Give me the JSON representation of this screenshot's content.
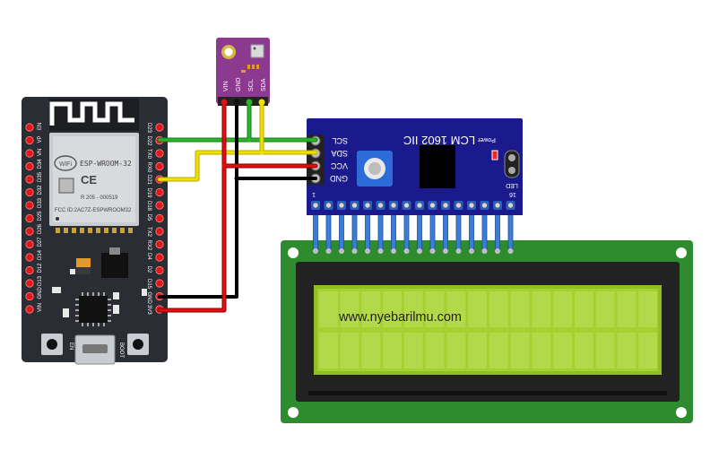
{
  "esp32": {
    "module_label": "ESP-WROOM-32",
    "wifi_label": "WiFi",
    "ce_mark": "CE",
    "fcc_id": "FCC ID:2AC7Z-ESPWROOM32",
    "reg_code": "R 205 - 000519",
    "btn_en_label": "EN",
    "btn_boot_label": "BOOT",
    "left_pins": [
      "EN",
      "VP",
      "VN",
      "D34",
      "D35",
      "D32",
      "D33",
      "D25",
      "D26",
      "D27",
      "D14",
      "D12",
      "D13",
      "GND",
      "VIN"
    ],
    "right_pins": [
      "D23",
      "D22",
      "TX0",
      "RX0",
      "D21",
      "D19",
      "D18",
      "D5",
      "TX2",
      "RX2",
      "D4",
      "D2",
      "D15",
      "GND",
      "3V3"
    ]
  },
  "sensor": {
    "pins": [
      "VIN",
      "GND",
      "SCL",
      "SDA"
    ]
  },
  "i2c_module": {
    "title": "LCM 1602 IIC",
    "pins": [
      "SCL",
      "SDA",
      "VCC",
      "GND"
    ],
    "power_label": "Power",
    "led_label": "LED",
    "pin_first": "1",
    "pin_last": "16"
  },
  "lcd": {
    "display_text": "www.nyebarilmu.com"
  },
  "colors": {
    "esp_board": "#2a2d33",
    "i2c_board": "#1a1a8c",
    "sensor_board": "#8b3a8f",
    "lcd_pcb": "#2e8b2e",
    "lcd_screen": "#9acd32",
    "wire_green": "#2bb52b",
    "wire_yellow": "#f0e000",
    "wire_red": "#e01010",
    "wire_black": "#111111"
  }
}
